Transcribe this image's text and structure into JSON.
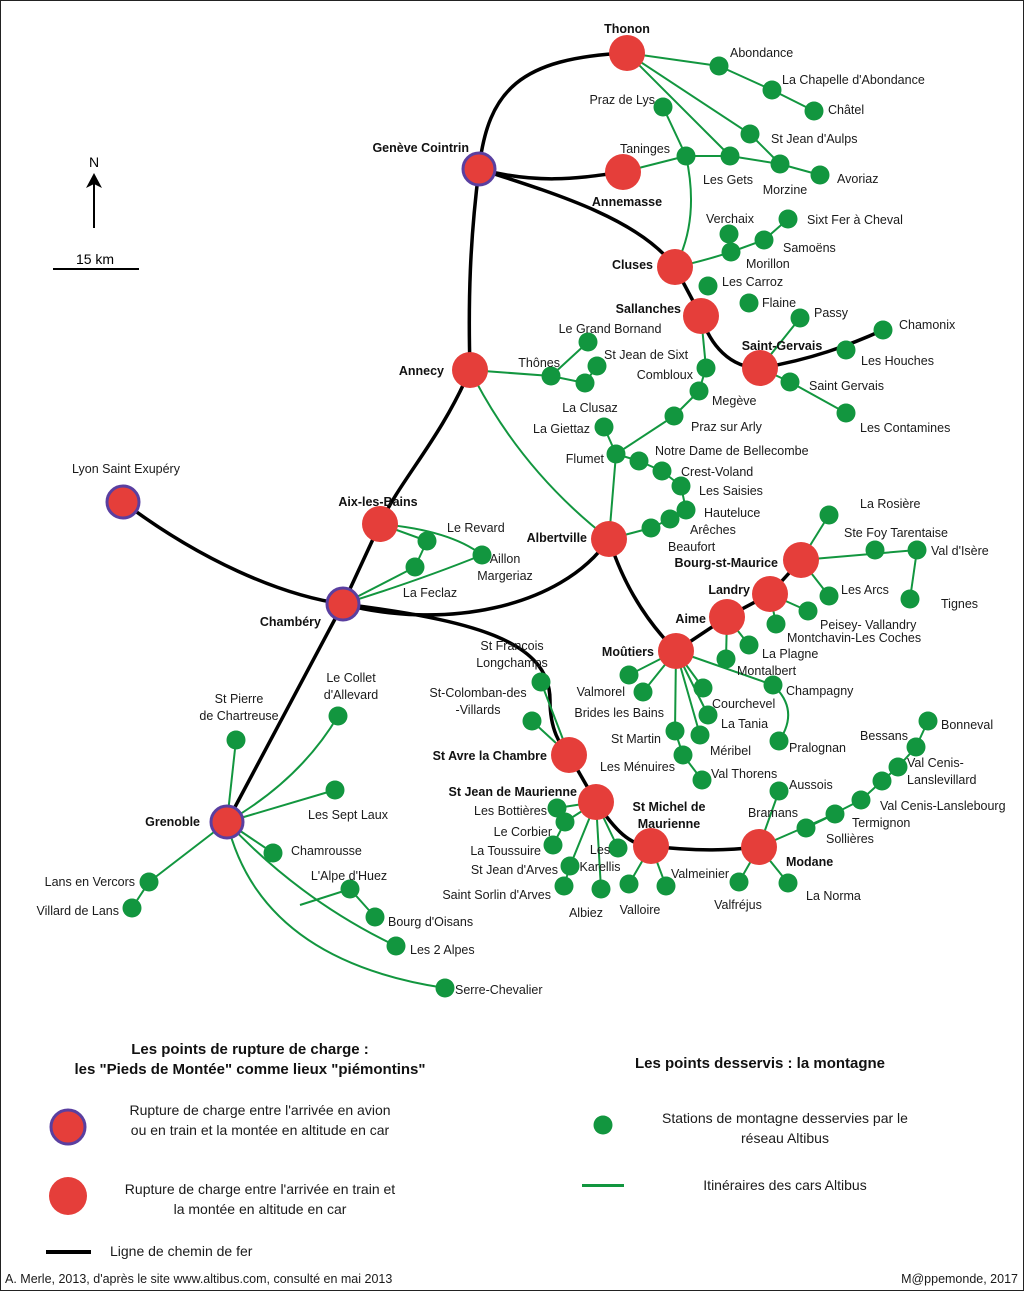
{
  "colors": {
    "hub_fill": "#e53e3a",
    "airport_ring": "#5a3fa0",
    "station_fill": "#12963f",
    "bus_route": "#12963f",
    "rail": "#000000"
  },
  "compass": {
    "north_label": "N",
    "scale_label": "15 km"
  },
  "hubs": [
    {
      "id": "thonon",
      "name": "Thonon",
      "type": "train"
    },
    {
      "id": "geneve",
      "name": "Genève Cointrin",
      "type": "airport"
    },
    {
      "id": "annemasse",
      "name": "Annemasse",
      "type": "train"
    },
    {
      "id": "cluses",
      "name": "Cluses",
      "type": "train"
    },
    {
      "id": "sallanches",
      "name": "Sallanches",
      "type": "train"
    },
    {
      "id": "stgervais",
      "name": "Saint-Gervais",
      "type": "train"
    },
    {
      "id": "annecy",
      "name": "Annecy",
      "type": "train"
    },
    {
      "id": "lyon",
      "name": "Lyon Saint Exupéry",
      "type": "airport"
    },
    {
      "id": "aix",
      "name": "Aix-les-Bains",
      "type": "train"
    },
    {
      "id": "chambery",
      "name": "Chambéry",
      "type": "airport"
    },
    {
      "id": "albertville",
      "name": "Albertville",
      "type": "train"
    },
    {
      "id": "bsm",
      "name": "Bourg-st-Maurice",
      "type": "train"
    },
    {
      "id": "landry",
      "name": "Landry",
      "type": "train"
    },
    {
      "id": "aime",
      "name": "Aime",
      "type": "train"
    },
    {
      "id": "moutiers",
      "name": "Moûtiers",
      "type": "train"
    },
    {
      "id": "grenoble",
      "name": "Grenoble",
      "type": "airport"
    },
    {
      "id": "stavre",
      "name": "St Avre la Chambre",
      "type": "train"
    },
    {
      "id": "stjean",
      "name": "St Jean de Maurienne",
      "type": "train"
    },
    {
      "id": "stmichel",
      "name": "St Michel de Maurienne",
      "type": "train"
    },
    {
      "id": "modane",
      "name": "Modane",
      "type": "train"
    }
  ],
  "stations": [
    "Abondance",
    "La Chapelle d'Abondance",
    "Châtel",
    "Praz de Lys",
    "St Jean d'Aulps",
    "Taninges",
    "Les Gets",
    "Morzine",
    "Avoriaz",
    "Verchaix",
    "Sixt Fer à Cheval",
    "Samoëns",
    "Morillon",
    "Les Carroz",
    "Flaine",
    "Passy",
    "Chamonix",
    "Les Houches",
    "Saint Gervais",
    "Les Contamines",
    "Le Grand Bornand",
    "Thônes",
    "St Jean de Sixt",
    "La Clusaz",
    "Combloux",
    "Megève",
    "Praz sur Arly",
    "La Giettaz",
    "Flumet",
    "Notre Dame de Bellecombe",
    "Crest-Voland",
    "Les Saisies",
    "Hauteluce",
    "Arêches",
    "Beaufort",
    "La Rosière",
    "Ste Foy Tarentaise",
    "Val d'Isère",
    "Tignes",
    "Les Arcs",
    "Peisey- Vallandry",
    "Montchavin-Les Coches",
    "La Plagne",
    "Montalbert",
    "Champagny",
    "Pralognan",
    "Valmorel",
    "Brides les Bains",
    "Courchevel",
    "La Tania",
    "Méribel",
    "St Martin",
    "Les Ménuires",
    "Val Thorens",
    "Le Revard",
    "Aillon Margeriaz",
    "La Feclaz",
    "St François Longchamps",
    "St-Colomban-des -Villards",
    "Les Bottières",
    "Le Corbier",
    "La Toussuire",
    "St Jean d'Arves",
    "Saint Sorlin d'Arves",
    "Albiez",
    "Les Karellis",
    "Valloire",
    "Valmeinier",
    "Valfréjus",
    "La Norma",
    "Aussois",
    "Bramans",
    "Sollières",
    "Termignon",
    "Val Cenis-Lanslebourg",
    "Val Cenis- Lanslevillard",
    "Bessans",
    "Bonneval",
    "St Pierre de Chartreuse",
    "Le Collet d'Allevard",
    "Les Sept Laux",
    "Chamrousse",
    "L'Alpe d'Huez",
    "Bourg d'Oisans",
    "Les 2 Alpes",
    "Serre-Chevalier",
    "Lans en Vercors",
    "Villard de Lans"
  ],
  "legend": {
    "left_title_1": "Les points de rupture de charge :",
    "left_title_2": "les \"Pieds de Montée\" comme lieux \"piémontins\"",
    "airport_text_1": "Rupture de charge entre l'arrivée en avion",
    "airport_text_2": "ou en train et la montée en altitude en car",
    "train_text_1": "Rupture de charge entre l'arrivée en train et",
    "train_text_2": "la montée en altitude en car",
    "rail_text": "Ligne de chemin de fer",
    "right_title": "Les points desservis : la montagne",
    "station_text_1": "Stations de montagne desservies par le",
    "station_text_2": "réseau Altibus",
    "route_text": "Itinéraires des cars Altibus"
  },
  "credits": {
    "source": "A. Merle, 2013, d'après le site www.altibus.com, consulté en mai 2013",
    "publisher": "M@ppemonde, 2017"
  }
}
